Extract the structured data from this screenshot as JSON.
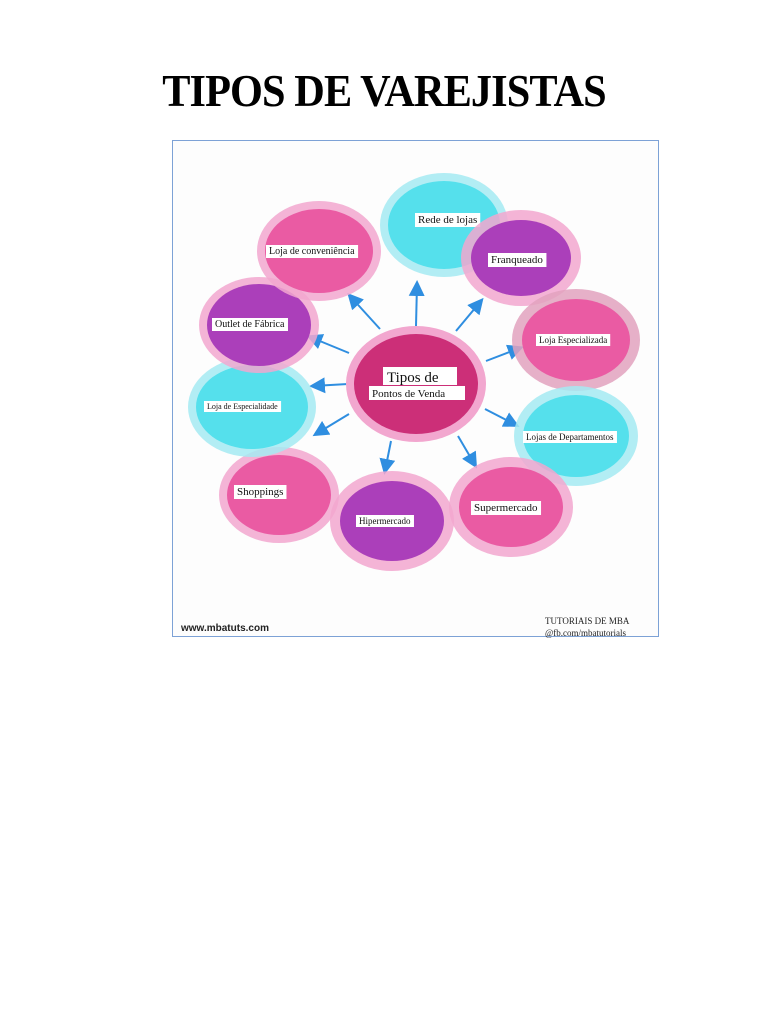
{
  "title": "TIPOS DE VAREJISTAS",
  "diagram": {
    "center": {
      "line1": "Tipos de",
      "line2": "Pontos de Venda"
    },
    "nodes": [
      {
        "label": "Rede de lojas",
        "ring": "#a5eaf2",
        "fill": "#55e0ec"
      },
      {
        "label": "Franqueado",
        "ring": "#f2a7cf",
        "fill": "#ab3fba"
      },
      {
        "label": "Loja Especializada",
        "ring": "#e2a2be",
        "fill": "#ea5ba3"
      },
      {
        "label": "Lojas de Departamentos",
        "ring": "#a5eaf2",
        "fill": "#55e0ec"
      },
      {
        "label": "Supermercado",
        "ring": "#f2a7cf",
        "fill": "#ea5ba3"
      },
      {
        "label": "Hipermercado",
        "ring": "#f2a7cf",
        "fill": "#ab3fba"
      },
      {
        "label": "Shoppings",
        "ring": "#f2a7cf",
        "fill": "#ea5ba3"
      },
      {
        "label": "Loja de Especialidade",
        "ring": "#a5eaf2",
        "fill": "#55e0ec"
      },
      {
        "label": "Outlet de Fábrica",
        "ring": "#f2a7cf",
        "fill": "#ab3fba"
      },
      {
        "label": "Loja de conveniência",
        "ring": "#f2a7cf",
        "fill": "#ea5ba3"
      }
    ],
    "colors": {
      "center_ring": "#f2a7cf",
      "center_fill": "#cc2f78",
      "arrow": "#2f8ee0"
    }
  },
  "footer": {
    "website": "www.mbatuts.com",
    "brand": "TUTORIAIS DE MBA",
    "social": "@fb.com/mbatutorials"
  }
}
